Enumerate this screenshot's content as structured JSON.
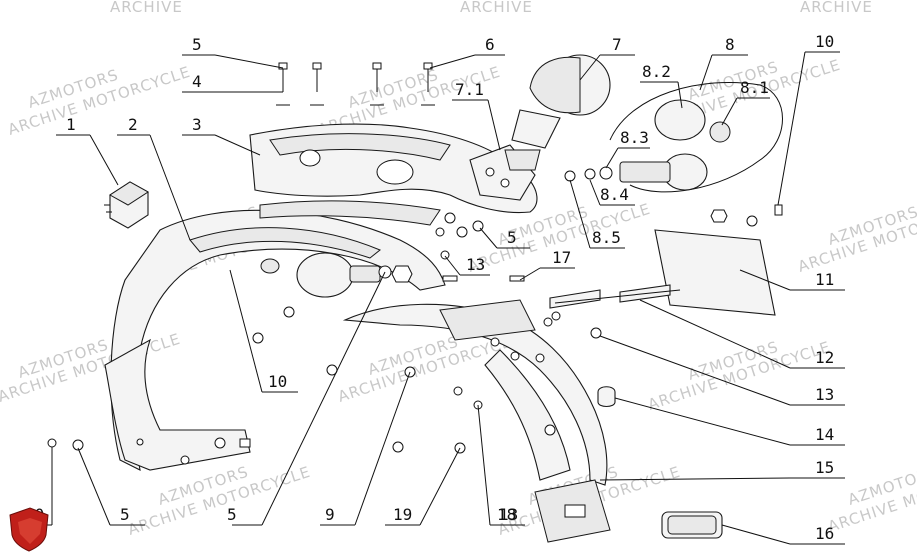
{
  "watermark": {
    "line1": "AZMOTORS",
    "line2": "ARCHIVE MOTORCYCLE",
    "top_text": "ARCHIVE"
  },
  "callouts": [
    "1",
    "2",
    "3",
    "4",
    "5",
    "6",
    "7",
    "7.1",
    "8",
    "8.2",
    "8.1",
    "8.3",
    "8.4",
    "8.5",
    "10",
    "11",
    "12",
    "13",
    "14",
    "15",
    "16",
    "17",
    "18",
    "19",
    "9",
    "5",
    "10",
    "13",
    "13",
    "5",
    "10"
  ],
  "colors": {
    "line": "#111111",
    "fill": "#f4f4f4",
    "watermark": "#c8c8c8",
    "logo": "#c0201a"
  }
}
